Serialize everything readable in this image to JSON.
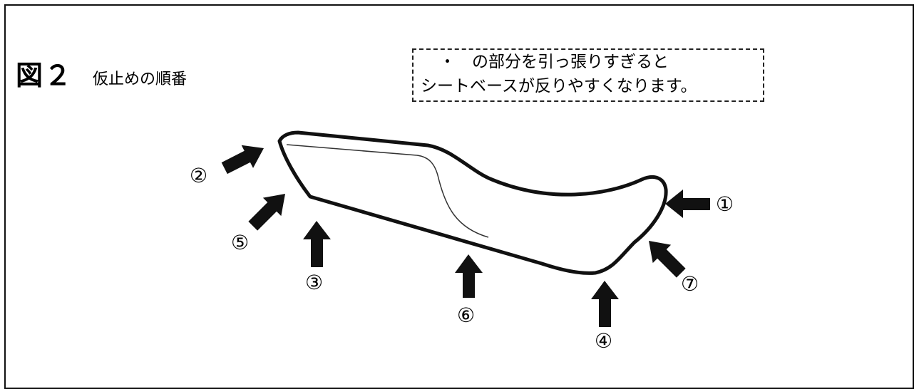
{
  "figure": {
    "label": "図２",
    "subtitle": "仮止めの順番"
  },
  "note": {
    "line1": "・　の部分を引っ張りすぎると",
    "line2": "シートベースが反りやすくなります。"
  },
  "markers": [
    {
      "id": "1",
      "text": "①"
    },
    {
      "id": "2",
      "text": "②"
    },
    {
      "id": "3",
      "text": "③"
    },
    {
      "id": "4",
      "text": "④"
    },
    {
      "id": "5",
      "text": "⑤"
    },
    {
      "id": "6",
      "text": "⑥"
    },
    {
      "id": "7",
      "text": "⑦"
    }
  ],
  "colors": {
    "line": "#111111",
    "background": "#ffffff"
  }
}
